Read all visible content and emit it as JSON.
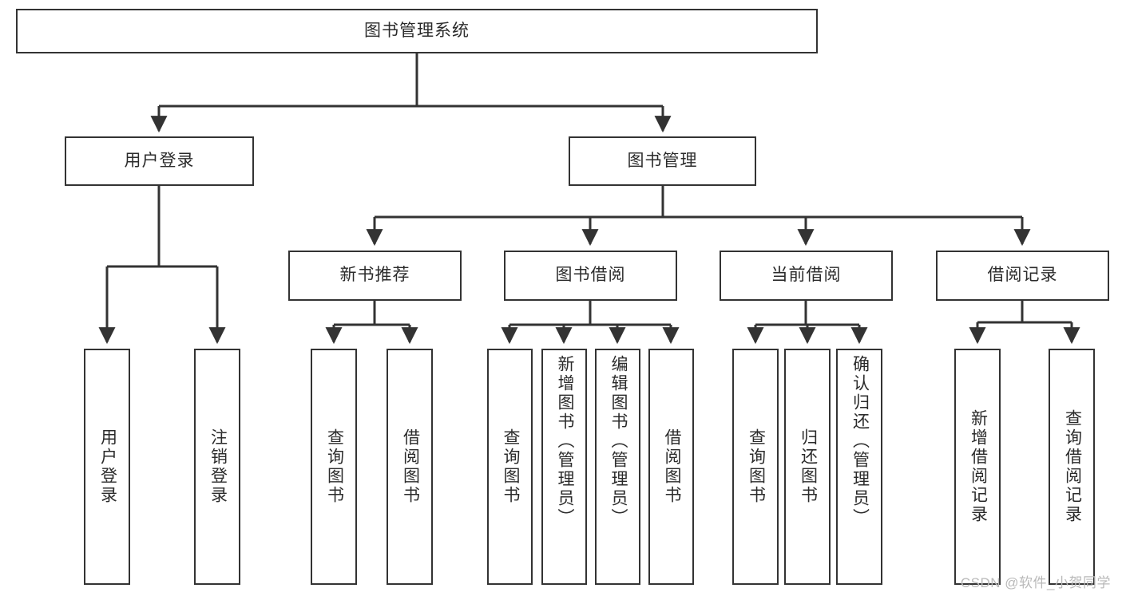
{
  "diagram": {
    "title": "图书管理系统",
    "type": "tree-hierarchy",
    "stroke_color": "#333333",
    "text_color": "#2b2b2b",
    "background": "#ffffff"
  },
  "nodes": {
    "root": {
      "label": "图书管理系统"
    },
    "level2": [
      {
        "label": "用户登录"
      },
      {
        "label": "图书管理"
      }
    ],
    "level3": [
      {
        "label": "新书推荐"
      },
      {
        "label": "图书借阅"
      },
      {
        "label": "当前借阅"
      },
      {
        "label": "借阅记录"
      }
    ],
    "leaves": {
      "user_login": [
        {
          "label": "用户登录"
        },
        {
          "label": "注销登录"
        }
      ],
      "new_book_recommend": [
        {
          "label": "查询图书"
        },
        {
          "label": "借阅图书"
        }
      ],
      "book_borrow": [
        {
          "label": "查询图书"
        },
        {
          "label": "新增图书（管理员）"
        },
        {
          "label": "编辑图书（管理员）"
        },
        {
          "label": "借阅图书"
        }
      ],
      "current_borrow": [
        {
          "label": "查询图书"
        },
        {
          "label": "归还图书"
        },
        {
          "label": "确认归还（管理员）"
        }
      ],
      "borrow_record": [
        {
          "label": "新增借阅记录"
        },
        {
          "label": "查询借阅记录"
        }
      ]
    }
  },
  "watermark": {
    "text": "CSDN @软件_小贺同学"
  }
}
